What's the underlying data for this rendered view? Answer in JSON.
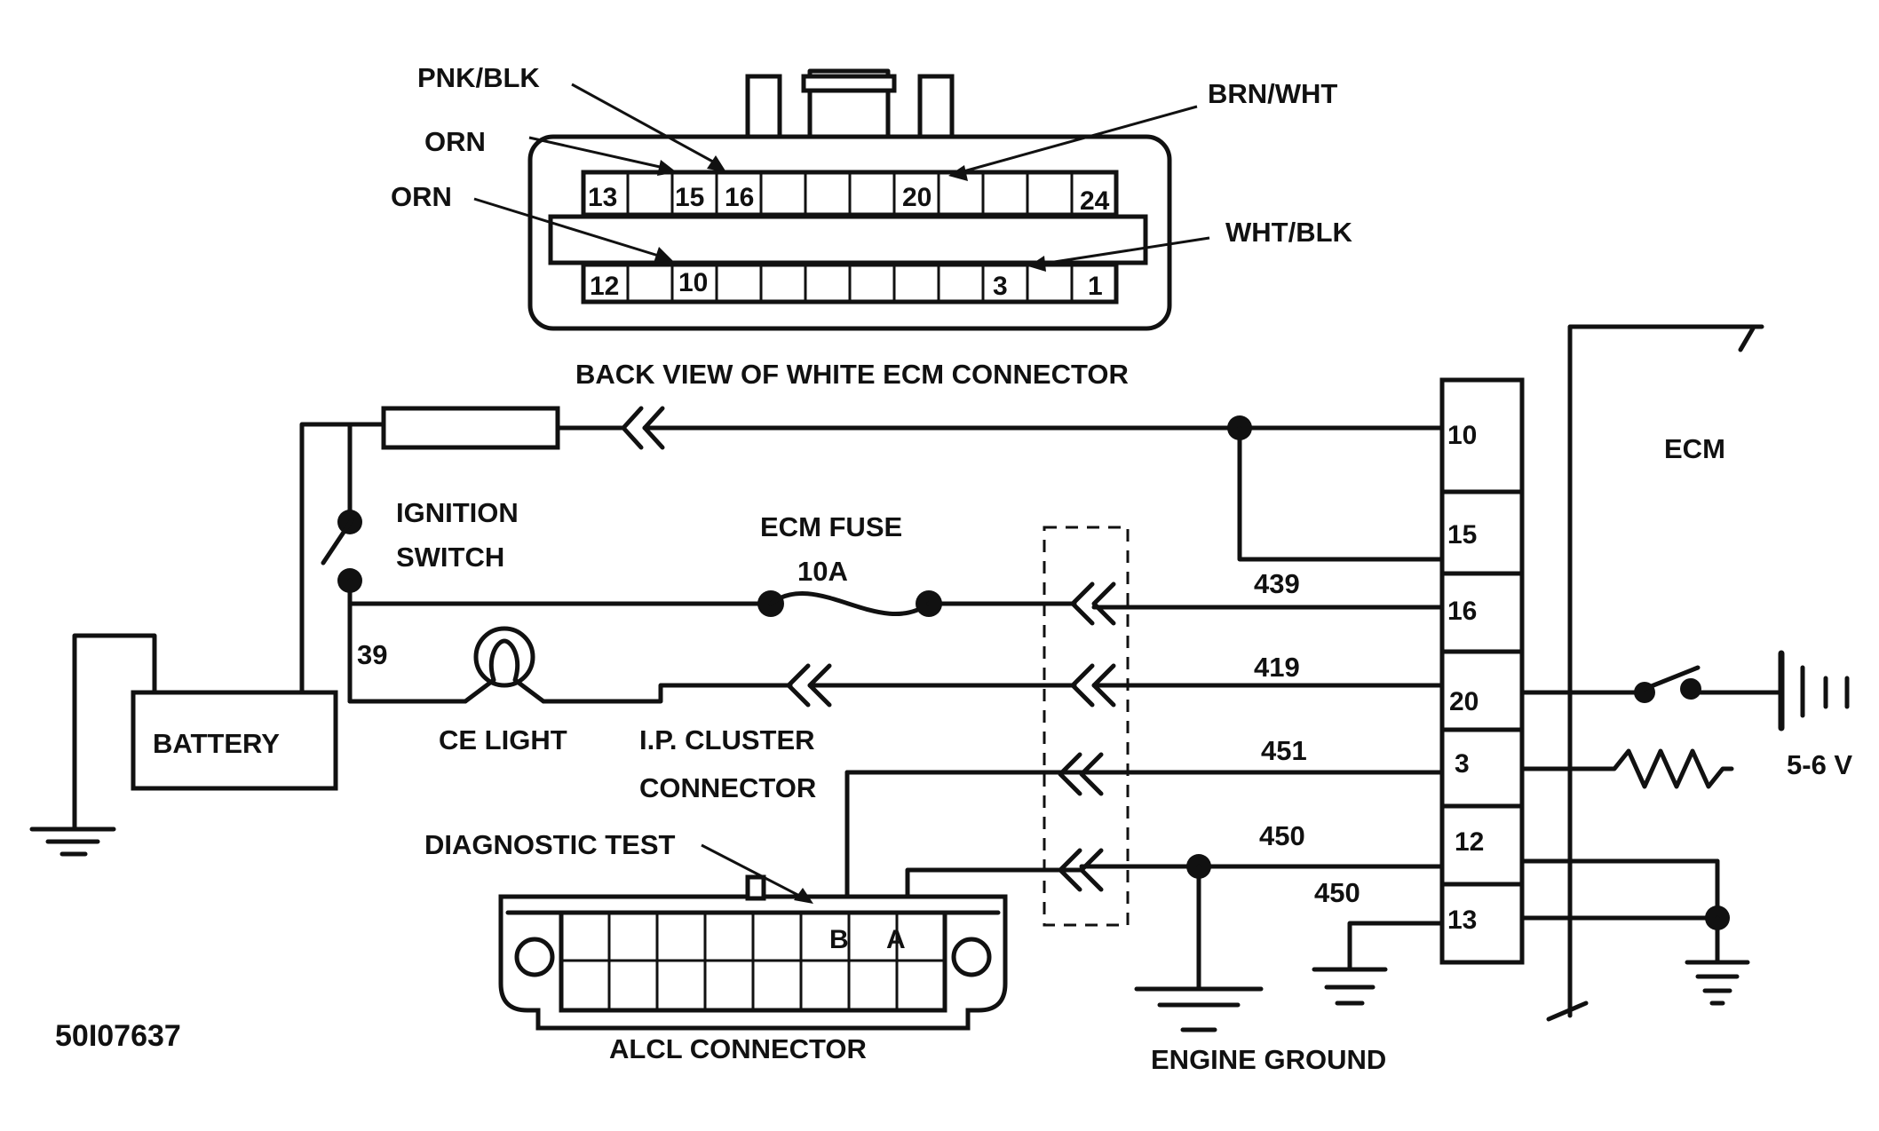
{
  "connector_view": {
    "caption": "BACK VIEW OF WHITE ECM CONNECTOR",
    "wire_labels": {
      "pnk_blk": "PNK/BLK",
      "orn_1": "ORN",
      "orn_2": "ORN",
      "brn_wht": "BRN/WHT",
      "wht_blk": "WHT/BLK"
    },
    "top_row_pins": [
      "13",
      "15",
      "16",
      "20",
      "24"
    ],
    "bottom_row_pins": [
      "12",
      "10",
      "3",
      "1"
    ]
  },
  "ecm": {
    "label": "ECM",
    "pins": [
      "10",
      "15",
      "16",
      "20",
      "3",
      "12",
      "13"
    ]
  },
  "components": {
    "ignition_switch": [
      "IGNITION",
      "SWITCH"
    ],
    "battery": "BATTERY",
    "ecm_fuse": "ECM FUSE",
    "fuse_rating": "10A",
    "ce_light": "CE LIGHT",
    "ip_cluster": [
      "I.P. CLUSTER",
      "CONNECTOR"
    ],
    "diagnostic_test": "DIAGNOSTIC TEST",
    "alcl_connector": "ALCL CONNECTOR",
    "alcl_pins": [
      "B",
      "A"
    ],
    "engine_ground": "ENGINE GROUND",
    "voltage": "5-6 V"
  },
  "circuits": {
    "c39": "39",
    "c439": "439",
    "c419": "419",
    "c451": "451",
    "c450a": "450",
    "c450b": "450"
  },
  "figure_id": "50I07637"
}
